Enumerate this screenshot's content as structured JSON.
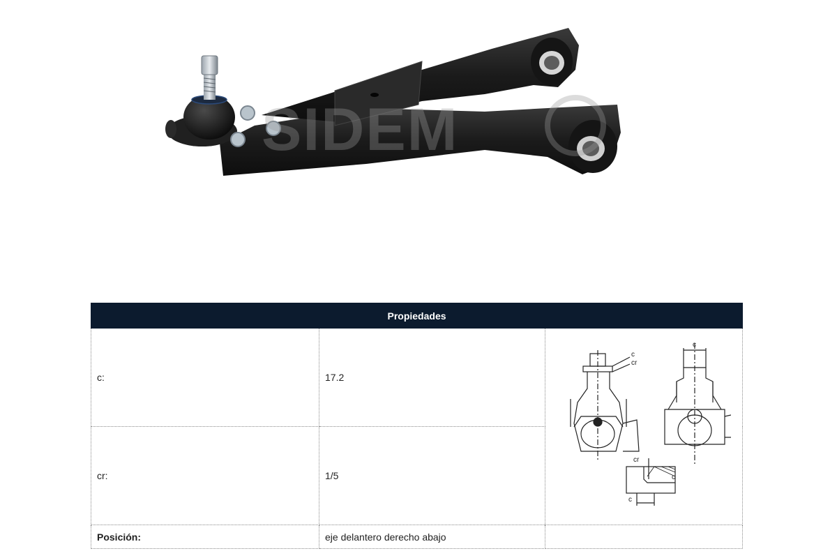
{
  "product": {
    "watermark": "SIDEM",
    "image_icon": "control-arm-photo"
  },
  "table": {
    "header": "Propiedades",
    "rows": [
      {
        "label": "c:",
        "value": "17.2"
      },
      {
        "label": "cr:",
        "value": "1/5"
      },
      {
        "label": "Posición:",
        "value": "eje delantero derecho abajo"
      }
    ],
    "diagram": {
      "icon": "ball-joint-dimension-diagram",
      "labels": {
        "c_left": "c",
        "cr_left": "cr",
        "c_right": "c",
        "cr_detail": "cr",
        "c_detail": "c",
        "c_detail_bottom": "c"
      }
    }
  },
  "colors": {
    "header_bg": "#0c1b2e",
    "header_text": "#ffffff",
    "part_black": "#1b1b1b"
  }
}
